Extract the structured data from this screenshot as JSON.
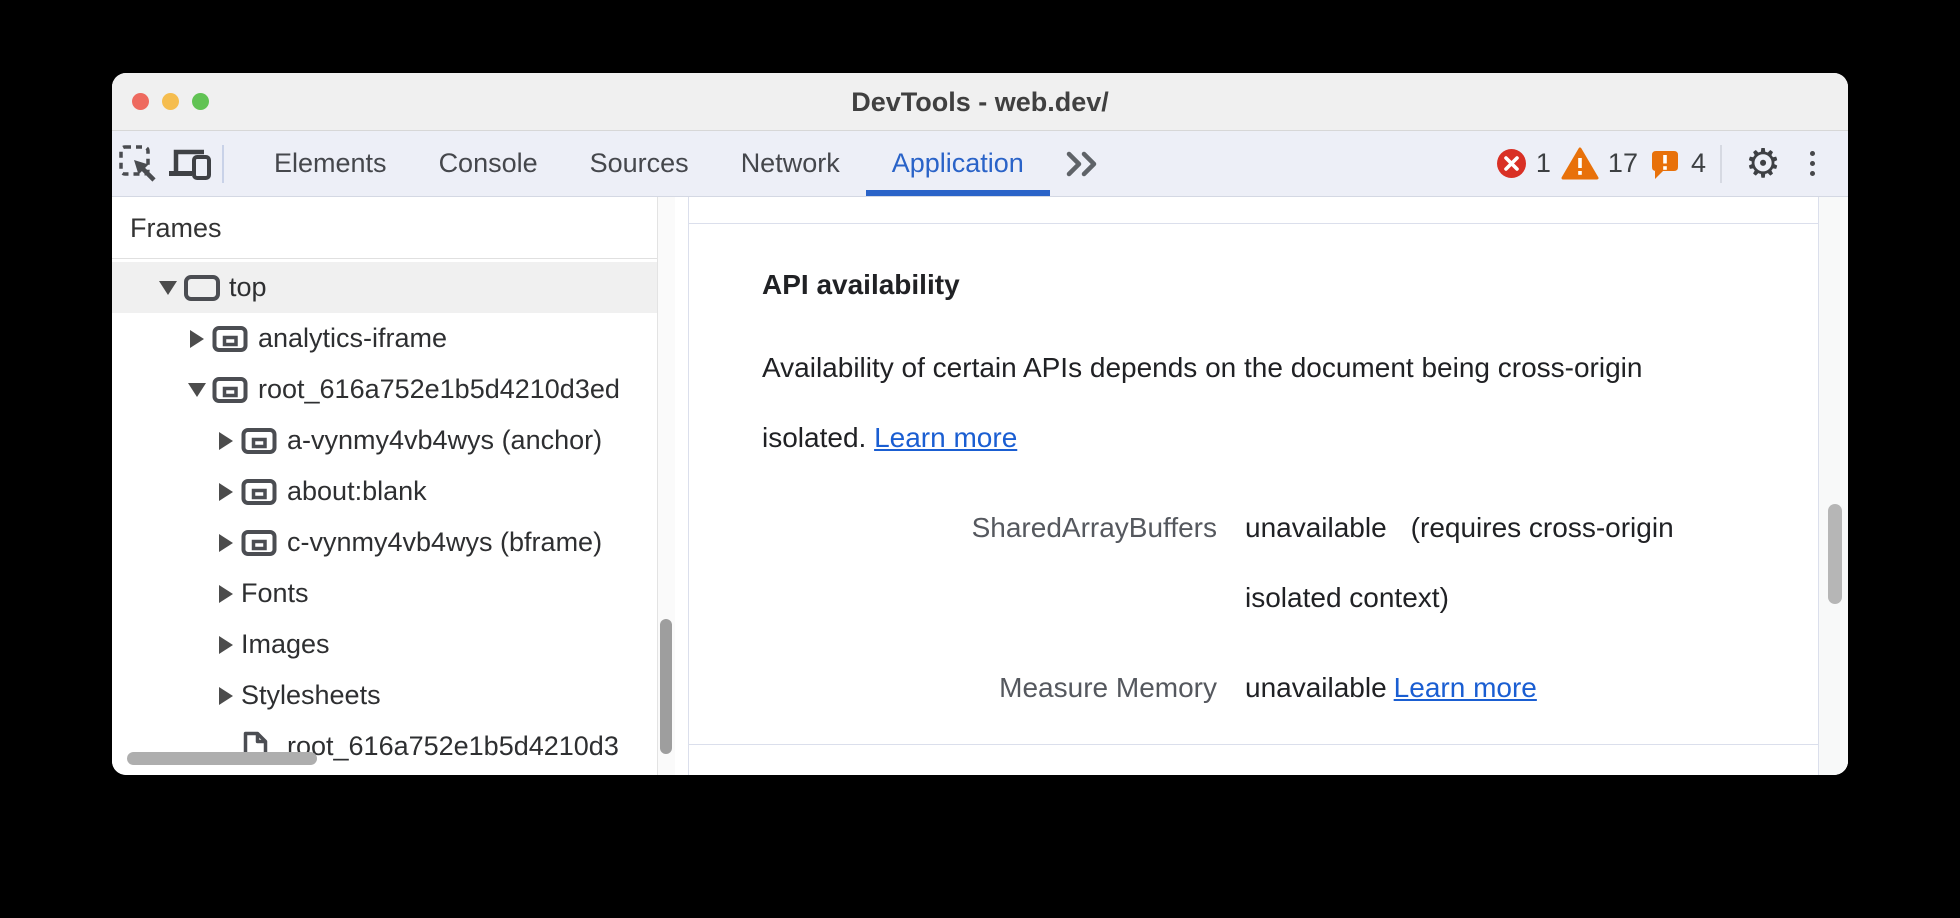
{
  "colors": {
    "accent": "#2a63c8",
    "link": "#1a5ed2",
    "error": "#d93025",
    "warning": "#e8710a",
    "issue": "#e8710a"
  },
  "window": {
    "title": "DevTools - web.dev/"
  },
  "toolbar": {
    "tabs": [
      {
        "label": "Elements",
        "active": false
      },
      {
        "label": "Console",
        "active": false
      },
      {
        "label": "Sources",
        "active": false
      },
      {
        "label": "Network",
        "active": false
      },
      {
        "label": "Application",
        "active": true
      }
    ],
    "badges": [
      {
        "type": "error",
        "count": "1"
      },
      {
        "type": "warning",
        "count": "17"
      },
      {
        "type": "issue",
        "count": "4"
      }
    ]
  },
  "sidebar": {
    "header": "Frames",
    "tree": [
      {
        "label": "top",
        "arrow": "expanded",
        "icon": "frame",
        "level": 1,
        "selected": true
      },
      {
        "label": "analytics-iframe",
        "arrow": "collapsed",
        "icon": "iframe",
        "level": 2,
        "selected": false
      },
      {
        "label": "root_616a752e1b5d4210d3ed",
        "arrow": "expanded",
        "icon": "iframe",
        "level": 2,
        "selected": false
      },
      {
        "label": "a-vynmy4vb4wys (anchor)",
        "arrow": "collapsed",
        "icon": "iframe",
        "level": 3,
        "selected": false
      },
      {
        "label": "about:blank",
        "arrow": "collapsed",
        "icon": "iframe",
        "level": 3,
        "selected": false
      },
      {
        "label": "c-vynmy4vb4wys (bframe)",
        "arrow": "collapsed",
        "icon": "iframe",
        "level": 3,
        "selected": false
      },
      {
        "label": "Fonts",
        "arrow": "collapsed",
        "icon": "none",
        "level": 3,
        "selected": false
      },
      {
        "label": "Images",
        "arrow": "collapsed",
        "icon": "none",
        "level": 3,
        "selected": false
      },
      {
        "label": "Stylesheets",
        "arrow": "collapsed",
        "icon": "none",
        "level": 3,
        "selected": false
      },
      {
        "label": "root_616a752e1b5d4210d3",
        "arrow": "none",
        "icon": "document",
        "level": 3,
        "selected": false
      }
    ]
  },
  "main": {
    "heading": "API availability",
    "paragraph": {
      "line1": "Availability of certain APIs depends on the document being cross-origin",
      "line2": "isolated.",
      "link": "Learn more"
    },
    "table": [
      {
        "api": "SharedArrayBuffers",
        "status": "unavailable",
        "note": "(requires cross-origin isolated context)",
        "link": ""
      },
      {
        "api": "Measure Memory",
        "status": "unavailable",
        "note": "",
        "link": "Learn more"
      }
    ]
  }
}
